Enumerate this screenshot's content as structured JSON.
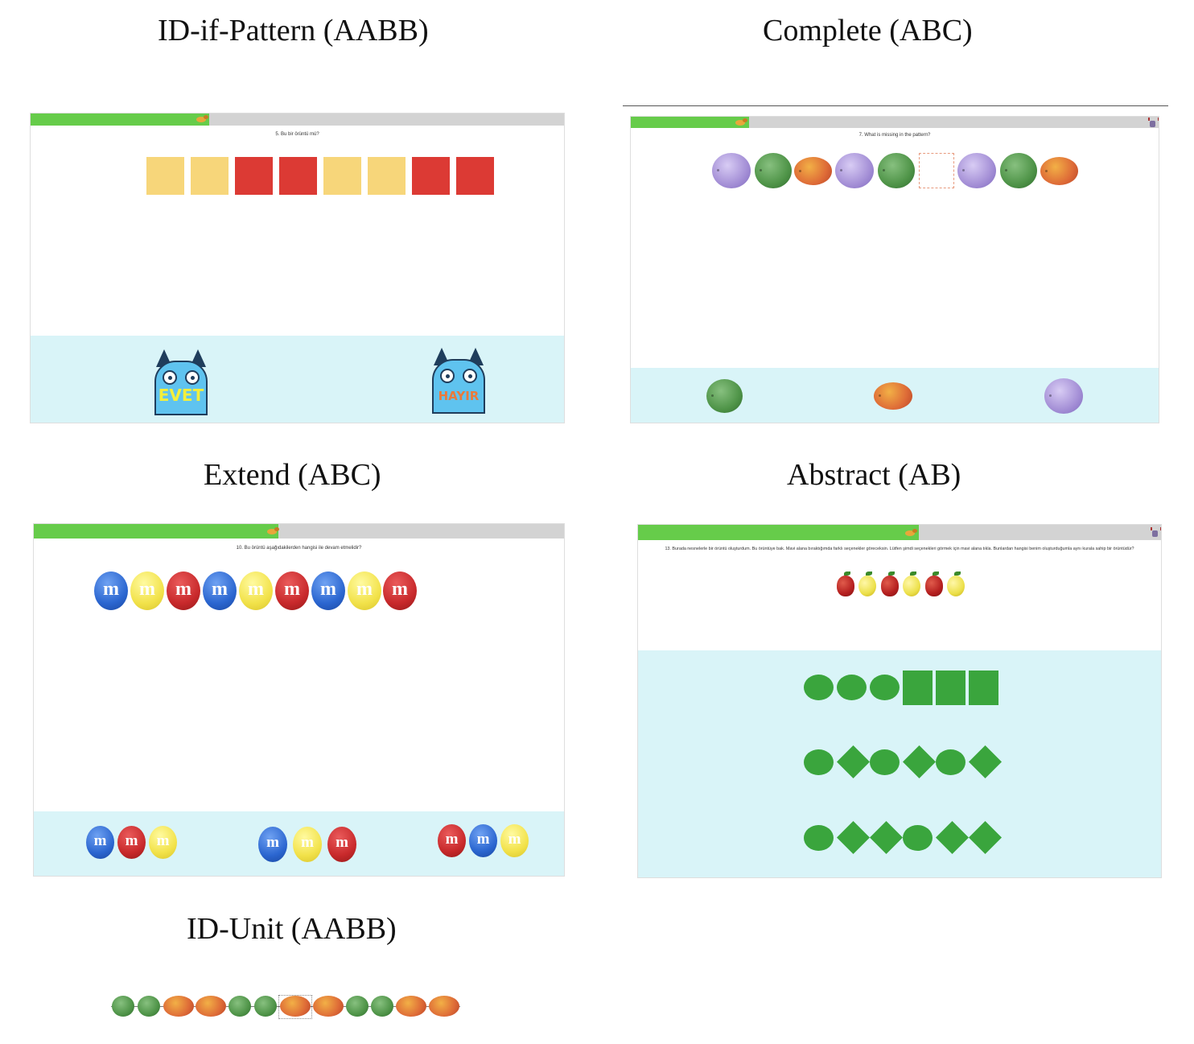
{
  "titles": {
    "id_if_pattern": "ID-if-Pattern (AABB)",
    "complete": "Complete (ABC)",
    "extend": "Extend (ABC)",
    "abstract": "Abstract (AB)",
    "id_unit": "ID-Unit (AABB)"
  },
  "id_if_pattern": {
    "question": "5. Bu bir örüntü mü?",
    "progress": 0.34,
    "squares": [
      "yellow",
      "yellow",
      "red",
      "red",
      "yellow",
      "yellow",
      "red",
      "red"
    ],
    "yes_label": "EVET",
    "no_label": "HAYIR"
  },
  "complete": {
    "question": "7. What is missing in the pattern?",
    "progress": 0.22,
    "sequence": [
      "purple",
      "green",
      "orange",
      "purple",
      "green",
      "missing",
      "purple",
      "green",
      "orange"
    ],
    "options": [
      "green",
      "orange",
      "purple"
    ]
  },
  "extend": {
    "question": "10. Bu örüntü aşağıdakilerden hangisi ile devam etmelidir?",
    "progress": 0.46,
    "mark": "m",
    "sequence": [
      "blue",
      "yellow",
      "red",
      "blue",
      "yellow",
      "red",
      "blue",
      "yellow",
      "red"
    ],
    "options": [
      [
        "blue",
        "red",
        "yellow"
      ],
      [
        "blue",
        "yellow",
        "red"
      ],
      [
        "red",
        "blue",
        "yellow"
      ]
    ]
  },
  "abstract": {
    "question": "13. Burada nesnelerle bir örüntü oluşturdum. Bu örüntüye bak. Mavi alana bıraktığımda farklı seçenekler göreceksin. Lütfen şimdi seçenekleri görmek için mavi alana tıkla. Bunlardan hangisi benim oluşturduğumla aynı kurala sahip bir örüntüdür?",
    "progress": 0.53,
    "fruits": [
      "apple",
      "lemon",
      "apple",
      "lemon",
      "apple",
      "lemon"
    ],
    "options": [
      [
        "oval",
        "oval",
        "oval",
        "square",
        "square",
        "square"
      ],
      [
        "oval",
        "diamond",
        "oval",
        "diamond",
        "oval",
        "diamond"
      ],
      [
        "oval",
        "diamond",
        "diamond",
        "oval",
        "diamond",
        "diamond"
      ]
    ]
  },
  "id_unit": {
    "beads": [
      "green",
      "green",
      "orange",
      "orange",
      "green",
      "green",
      "orange",
      "orange",
      "green",
      "green",
      "orange",
      "orange"
    ],
    "selected_index": 6
  },
  "colors": {
    "progress_fill": "#66cc4a",
    "progress_track": "#d3d3d3",
    "answer_area": "#d9f4f8",
    "square_yellow": "#f7d67a",
    "square_red": "#dc3a34",
    "shape_green": "#3aa53d"
  }
}
